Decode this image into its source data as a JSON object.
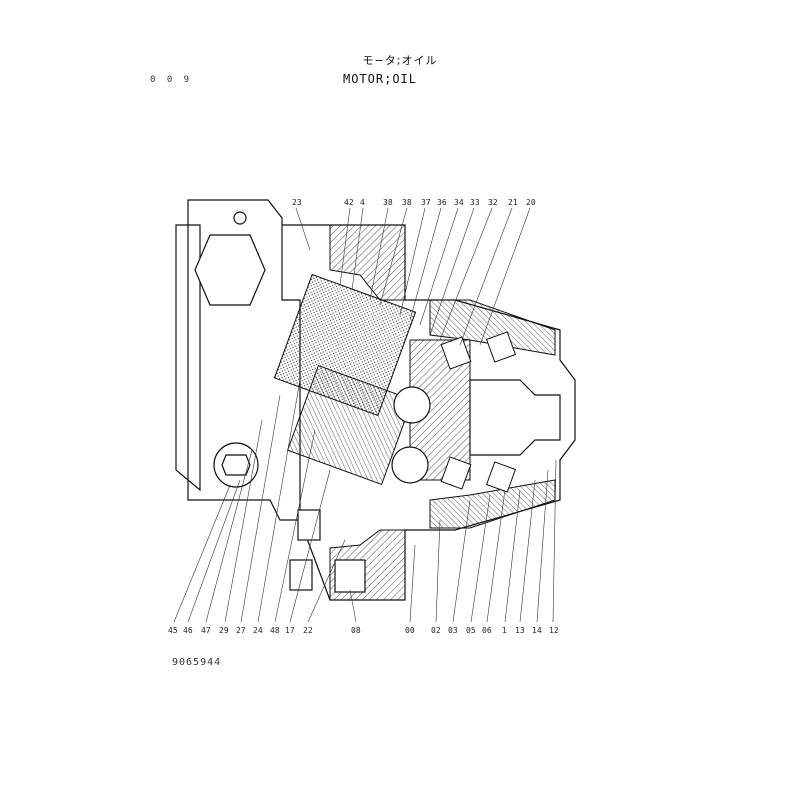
{
  "header": {
    "title_jp": "モ−タ;オイル",
    "title_en": "MOTOR;OIL",
    "page_number": "0 0 9"
  },
  "footer": {
    "drawing_number": "9065944"
  },
  "diagram": {
    "top_labels": [
      "23",
      "42",
      "4",
      "38",
      "38",
      "37",
      "36",
      "34",
      "33",
      "32",
      "21",
      "20"
    ],
    "bottom_labels": [
      "45",
      "46",
      "47",
      "29",
      "27",
      "24",
      "48",
      "17",
      "22",
      "08",
      "00",
      "02",
      "03",
      "05",
      "06",
      "1",
      "13",
      "14",
      "12"
    ]
  }
}
